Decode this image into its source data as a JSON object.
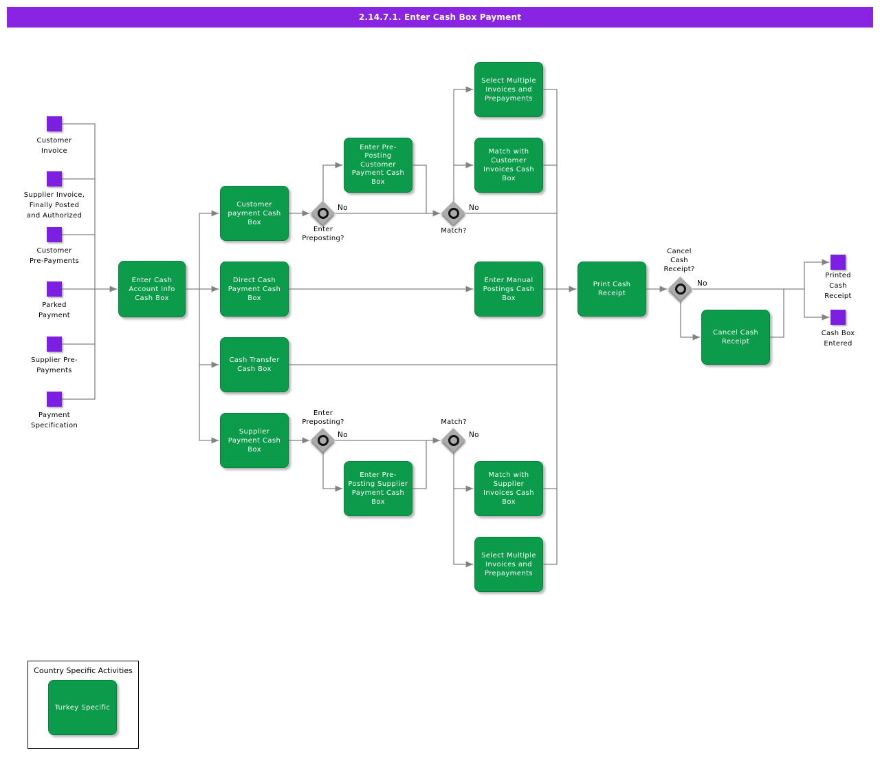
{
  "title": "2.14.7.1. Enter Cash Box Payment",
  "colors": {
    "header_bar": "#8824E2",
    "activity_green": "#0C9B4A",
    "event_purple": "#7D1FE1",
    "connector_gray": "#828282",
    "decision_gray": "#ABABAB"
  },
  "events": [
    {
      "label": "Customer\nInvoice"
    },
    {
      "label": "Supplier Invoice,\nFinally Posted\nand Authorized"
    },
    {
      "label": "Customer\nPre-Payments"
    },
    {
      "label": "Parked\nPayment"
    },
    {
      "label": "Supplier Pre-\nPayments"
    },
    {
      "label": "Payment\nSpecification"
    },
    {
      "label": "Printed\nCash\nReceipt"
    },
    {
      "label": "Cash Box\nEntered"
    }
  ],
  "activities": [
    {
      "label": "Enter Cash\nAccount Info\nCash Box"
    },
    {
      "label": "Customer\npayment Cash\nBox"
    },
    {
      "label": "Direct Cash\nPayment Cash\nBox"
    },
    {
      "label": "Cash Transfer\nCash Box"
    },
    {
      "label": "Supplier\nPayment Cash\nBox"
    },
    {
      "label": "Enter Pre-\nPosting\nCustomer\nPayment Cash\nBox"
    },
    {
      "label": "Select Multiple\nInvoices and\nPrepayments"
    },
    {
      "label": "Match with\nCustomer\nInvoices Cash\nBox"
    },
    {
      "label": "Enter Manual\nPostings Cash\nBox"
    },
    {
      "label": "Print Cash\nReceipt"
    },
    {
      "label": "Cancel Cash\nReceipt"
    },
    {
      "label": "Enter Pre-\nPosting Supplier\nPayment Cash\nBox"
    },
    {
      "label": "Match with\nSupplier\nInvoices Cash\nBox"
    },
    {
      "label": "Select Multiple\nInvoices and\nPrepayments"
    }
  ],
  "decisions": [
    {
      "label": "Enter\nPreposting?",
      "no": "No"
    },
    {
      "label": "Match?",
      "no": "No"
    },
    {
      "label": "Enter\nPreposting?",
      "no": "No"
    },
    {
      "label": "Match?",
      "no": "No"
    },
    {
      "label": "Cancel\nCash\nReceipt?",
      "no": "No"
    }
  ],
  "legend": {
    "title": "Country Specific Activities",
    "activity": "Turkey Specific"
  }
}
